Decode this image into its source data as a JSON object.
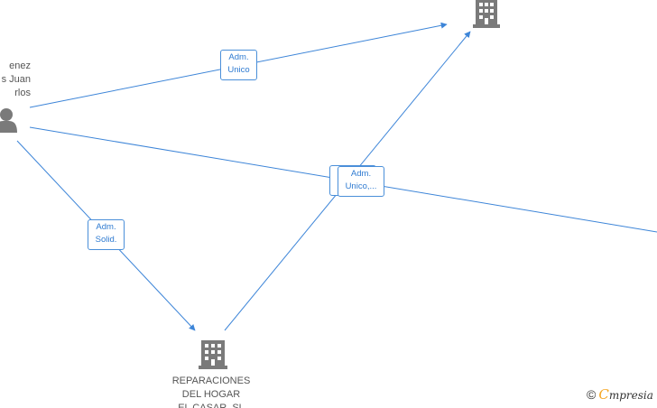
{
  "nodes": {
    "person": {
      "label_lines": [
        "enez",
        "s Juan",
        "rlos"
      ],
      "icon": "person-icon"
    },
    "company_top": {
      "label_lines": [],
      "icon": "building-icon"
    },
    "company_bottom": {
      "label_lines": [
        "REPARACIONES",
        "DEL HOGAR",
        "EL CASAR, SL"
      ],
      "icon": "building-icon"
    }
  },
  "edges": [
    {
      "id": "e1",
      "label_lines": [
        "Adm.",
        "Unico"
      ]
    },
    {
      "id": "e2",
      "label_lines": [
        "Adm.",
        "Solid."
      ]
    },
    {
      "id": "e3",
      "label_lines": [
        "Adm.",
        "Unico,..."
      ]
    }
  ],
  "brand": {
    "copyright": "©",
    "initial": "C",
    "name": "mpresia"
  },
  "colors": {
    "edge": "#3d85d8",
    "icon": "#7a7a7a",
    "label": "#555555"
  }
}
